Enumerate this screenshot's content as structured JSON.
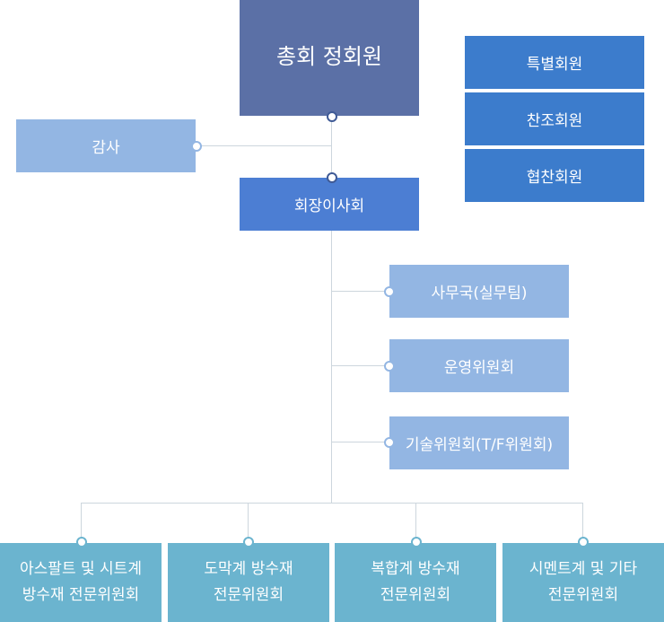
{
  "general_meeting": {
    "label": "총회 정회원"
  },
  "audit": {
    "label": "감사"
  },
  "board": {
    "label": "회장이사회"
  },
  "member_types": [
    {
      "label": "특별회원"
    },
    {
      "label": "찬조회원"
    },
    {
      "label": "협찬회원"
    }
  ],
  "sub_units": [
    {
      "label": "사무국(실무팀)"
    },
    {
      "label": "운영위원회"
    },
    {
      "label": "기술위원회(T/F위원회)"
    }
  ],
  "committees": [
    {
      "line1": "아스팔트 및 시트계",
      "line2": "방수재 전문위원회"
    },
    {
      "line1": "도막계 방수재",
      "line2": "전문위원회"
    },
    {
      "line1": "복합계 방수재",
      "line2": "전문위원회"
    },
    {
      "line1": "시멘트계 및 기타",
      "line2": "전문위원회"
    }
  ],
  "colors": {
    "general": "#5b70a6",
    "board": "#4c7ed3",
    "member": "#3c7ccc",
    "light": "#93b6e3",
    "committee": "#6bb4cf",
    "connector": "#cdd6dd"
  }
}
